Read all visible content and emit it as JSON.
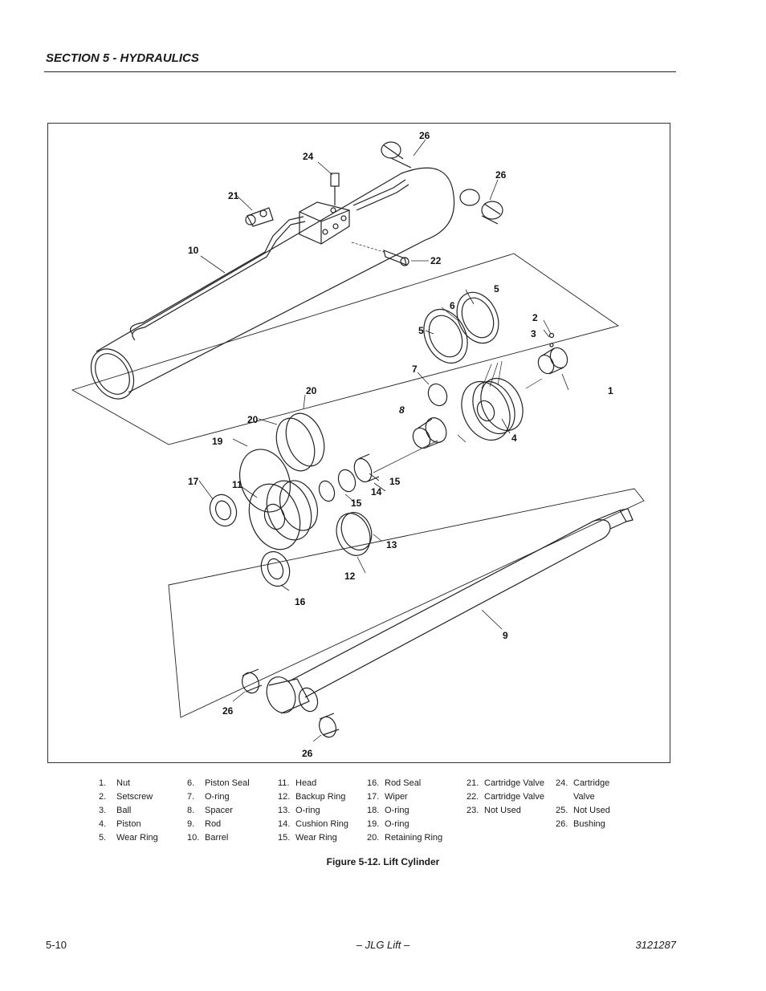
{
  "header": {
    "section_title": "SECTION 5 - HYDRAULICS"
  },
  "figure": {
    "caption": "Figure 5-12.  Lift Cylinder",
    "callouts": [
      "1",
      "2",
      "3",
      "4",
      "5",
      "5",
      "6",
      "7",
      "8",
      "9",
      "10",
      "11",
      "12",
      "13",
      "14",
      "15",
      "15",
      "16",
      "17",
      "19",
      "20",
      "20",
      "21",
      "22",
      "24",
      "26",
      "26",
      "26",
      "26"
    ]
  },
  "legend": {
    "columns": [
      [
        {
          "num": "1.",
          "label": "Nut"
        },
        {
          "num": "2.",
          "label": "Setscrew"
        },
        {
          "num": "3.",
          "label": "Ball"
        },
        {
          "num": "4.",
          "label": "Piston"
        },
        {
          "num": "5.",
          "label": "Wear Ring"
        }
      ],
      [
        {
          "num": "6.",
          "label": "Piston Seal"
        },
        {
          "num": "7.",
          "label": "O-ring"
        },
        {
          "num": "8.",
          "label": "Spacer"
        },
        {
          "num": "9.",
          "label": "Rod"
        },
        {
          "num": "10.",
          "label": "Barrel"
        }
      ],
      [
        {
          "num": "11.",
          "label": "Head"
        },
        {
          "num": "12.",
          "label": "Backup Ring"
        },
        {
          "num": "13.",
          "label": "O-ring"
        },
        {
          "num": "14.",
          "label": "Cushion Ring"
        },
        {
          "num": "15.",
          "label": "Wear Ring"
        }
      ],
      [
        {
          "num": "16.",
          "label": "Rod Seal"
        },
        {
          "num": "17.",
          "label": "Wiper"
        },
        {
          "num": "18.",
          "label": "O-ring"
        },
        {
          "num": "19.",
          "label": "O-ring"
        },
        {
          "num": "20.",
          "label": "Retaining Ring"
        }
      ],
      [
        {
          "num": "21.",
          "label": "Cartridge Valve"
        },
        {
          "num": "22.",
          "label": "Cartridge Valve"
        },
        {
          "num": "23.",
          "label": "Not Used"
        }
      ],
      [
        {
          "num": "24.",
          "label": "Cartridge"
        },
        {
          "num": "",
          "label": "Valve"
        },
        {
          "num": "25.",
          "label": "Not Used"
        },
        {
          "num": "26.",
          "label": "Bushing"
        }
      ]
    ]
  },
  "footer": {
    "page_number": "5-10",
    "center": "– JLG Lift –",
    "doc_number": "3121287"
  }
}
